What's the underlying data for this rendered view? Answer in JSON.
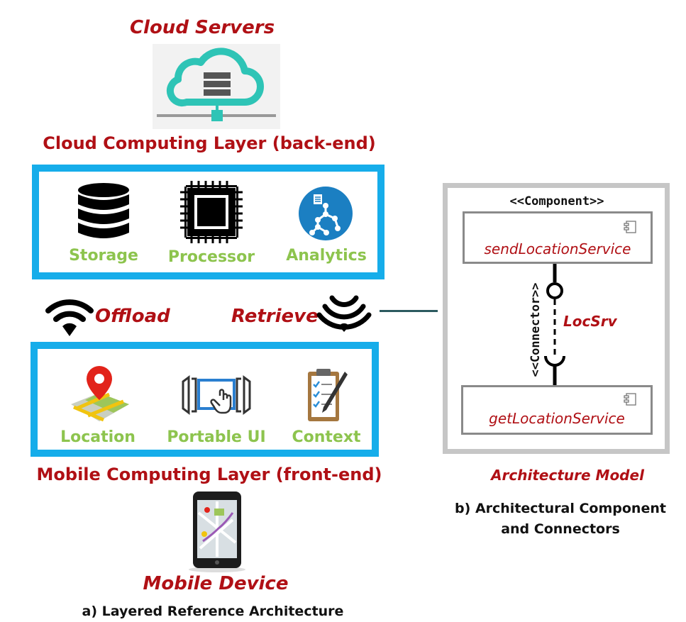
{
  "left": {
    "cloud_servers": "Cloud Servers",
    "cloud_layer": "Cloud Computing Layer (back-end)",
    "cloud_items": [
      "Storage",
      "Processor",
      "Analytics"
    ],
    "offload": "Offload",
    "retrieve": "Retrieve",
    "mobile_items": [
      "Location",
      "Portable UI",
      "Context"
    ],
    "mobile_layer": "Mobile Computing Layer (front-end)",
    "mobile_device": "Mobile Device",
    "caption": "a) Layered Reference Architecture"
  },
  "right": {
    "stereotype_component": "<<Component>>",
    "send_component": "sendLocationService",
    "connector_stereotype": "<<Connector>>",
    "connector_name": "LocSrv",
    "get_component": "getLocationService",
    "model_title": "Architecture Model",
    "caption_line1": "b) Architectural Component",
    "caption_line2": "and Connectors"
  },
  "colors": {
    "title_red": "#b01015",
    "layer_blue": "#16adea",
    "label_green": "#8dc44e",
    "cloud_teal": "#2ec4b6",
    "model_gray": "#c6c6c6"
  }
}
